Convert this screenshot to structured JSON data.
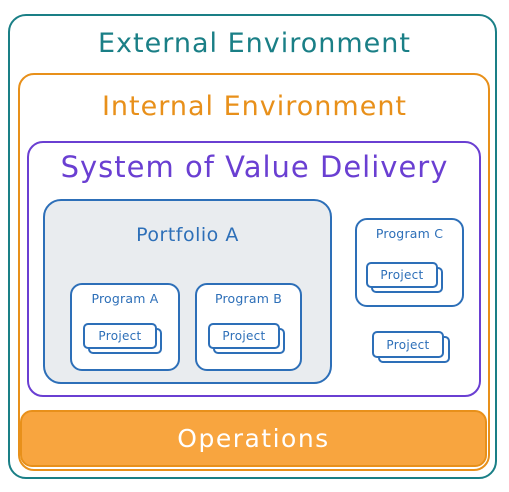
{
  "external": {
    "title": "External Environment"
  },
  "internal": {
    "title": "Internal Environment"
  },
  "svd": {
    "title": "System of Value Delivery"
  },
  "portfolio": {
    "title": "Portfolio A"
  },
  "programs": [
    {
      "title": "Program A",
      "project": "Project"
    },
    {
      "title": "Program B",
      "project": "Project"
    },
    {
      "title": "Program C",
      "project": "Project"
    }
  ],
  "standalone_project": {
    "label": "Project"
  },
  "operations": {
    "label": "Operations"
  },
  "colors": {
    "external": "#1a7f86",
    "internal": "#e8901a",
    "svd": "#6a3fd2",
    "program": "#2d6fb8",
    "portfolio_fill": "#e9ecef",
    "operations_fill": "#f8a53f"
  }
}
